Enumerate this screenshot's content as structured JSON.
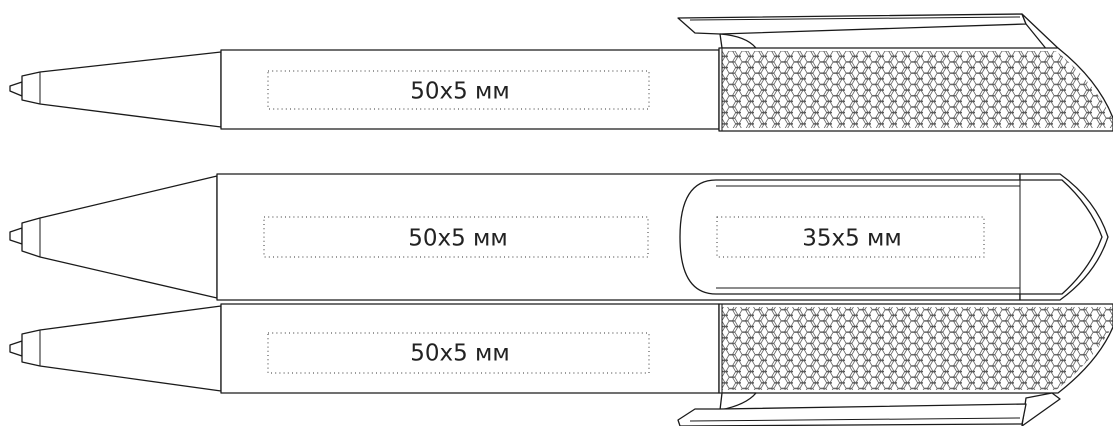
{
  "pens": [
    {
      "id": "pen-1",
      "barrel_print_area": "50x5 мм",
      "clip_print_area": null,
      "clip_finish": "hexagon-pattern",
      "clip_position": "top"
    },
    {
      "id": "pen-2",
      "barrel_print_area": "50x5 мм",
      "clip_print_area": "35x5 мм",
      "clip_finish": "plain",
      "clip_position": "side"
    },
    {
      "id": "pen-3",
      "barrel_print_area": "50x5 мм",
      "clip_print_area": null,
      "clip_finish": "hexagon-pattern",
      "clip_position": "bottom"
    }
  ],
  "colors": {
    "line": "#1a1a1a",
    "print_area_border": "#333333",
    "hex_pattern": "#555555"
  }
}
